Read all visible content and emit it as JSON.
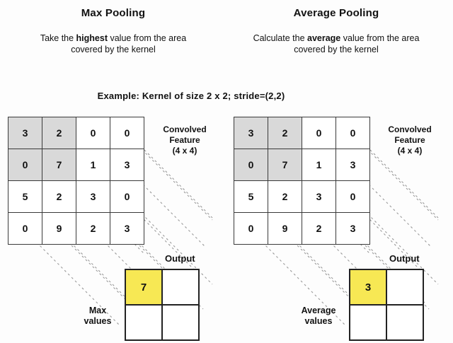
{
  "figure": {
    "example_line": "Example:  Kernel of size 2 x 2;  stride=(2,2)",
    "colors": {
      "background": "#fdfdfd",
      "grid_line": "#3a3a3a",
      "shaded_cell": "#d9d9d9",
      "highlight_cell": "#f7e854",
      "text": "#111111"
    }
  },
  "panels": {
    "left": {
      "title": "Max Pooling",
      "description_parts": {
        "p1": "Take the ",
        "b1": "highest",
        "p2": " value from the area covered by the kernel"
      },
      "description_full": "Take the highest value from the area covered by the kernel",
      "input_caption_line1": "Convolved",
      "input_caption_line2": "Feature",
      "input_caption_line3": "(4 x 4)",
      "matrix": [
        [
          "3",
          "2",
          "0",
          "0"
        ],
        [
          "0",
          "7",
          "1",
          "3"
        ],
        [
          "5",
          "2",
          "3",
          "0"
        ],
        [
          "0",
          "9",
          "2",
          "3"
        ]
      ],
      "shaded_cells": [
        [
          0,
          0
        ],
        [
          0,
          1
        ],
        [
          1,
          0
        ],
        [
          1,
          1
        ]
      ],
      "output_label": "Output",
      "output": [
        [
          "7",
          ""
        ],
        [
          "",
          ""
        ]
      ],
      "output_highlight": [
        [
          0,
          0
        ]
      ],
      "values_label_line1": "Max",
      "values_label_line2": "values"
    },
    "right": {
      "title": "Average Pooling",
      "description_parts": {
        "p1": "Calculate the ",
        "b1": "average",
        "p2": " value from the area covered by the kernel"
      },
      "description_full": "Calculate the average value from the area covered by the kernel",
      "input_caption_line1": "Convolved",
      "input_caption_line2": "Feature",
      "input_caption_line3": "(4 x 4)",
      "matrix": [
        [
          "3",
          "2",
          "0",
          "0"
        ],
        [
          "0",
          "7",
          "1",
          "3"
        ],
        [
          "5",
          "2",
          "3",
          "0"
        ],
        [
          "0",
          "9",
          "2",
          "3"
        ]
      ],
      "shaded_cells": [
        [
          0,
          0
        ],
        [
          0,
          1
        ],
        [
          1,
          0
        ],
        [
          1,
          1
        ]
      ],
      "output_label": "Output",
      "output": [
        [
          "3",
          ""
        ],
        [
          "",
          ""
        ]
      ],
      "output_highlight": [
        [
          0,
          0
        ]
      ],
      "values_label_line1": "Average",
      "values_label_line2": "values"
    }
  }
}
